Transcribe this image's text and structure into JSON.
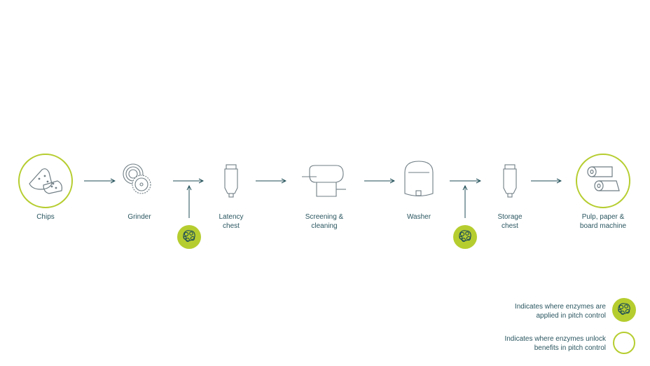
{
  "steps": [
    {
      "label": "Chips"
    },
    {
      "label": "Grinder"
    },
    {
      "label": "Latency\nchest"
    },
    {
      "label": "Screening &\ncleaning"
    },
    {
      "label": "Washer"
    },
    {
      "label": "Storage\nchest"
    },
    {
      "label": "Pulp, paper &\nboard machine"
    }
  ],
  "legend": {
    "applied": "Indicates where enzymes are\napplied in pitch control",
    "benefits": "Indicates where enzymes unlock\nbenefits in pitch control"
  },
  "colors": {
    "accent": "#b6cd2f",
    "stroke": "#1f4e57",
    "icon_line": "#6f7d84",
    "text": "#2a5660"
  },
  "icons": [
    "wood-chips-icon",
    "grinder-icon",
    "chest-tank-icon",
    "screening-machine-icon",
    "washer-icon",
    "chest-tank-icon",
    "paper-rolls-icon",
    "enzyme-molecule-icon"
  ]
}
